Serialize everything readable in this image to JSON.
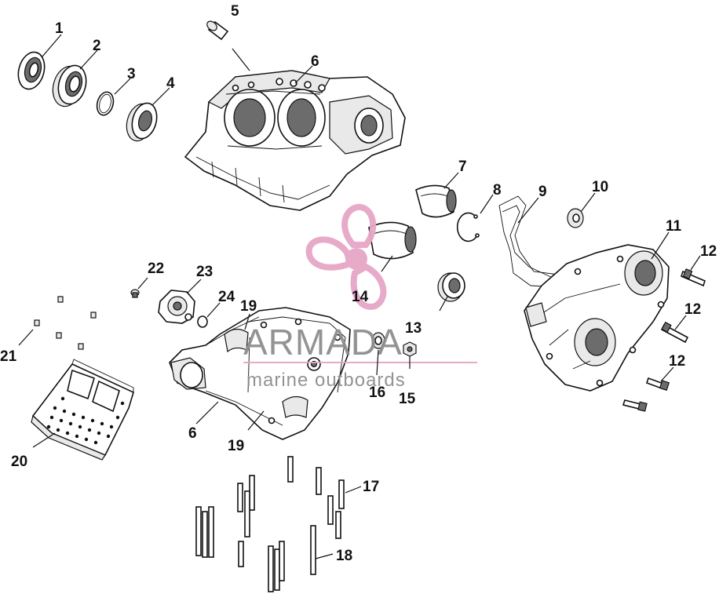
{
  "callouts": [
    {
      "id": "c1",
      "text": "1"
    },
    {
      "id": "c2",
      "text": "2"
    },
    {
      "id": "c3",
      "text": "3"
    },
    {
      "id": "c4",
      "text": "4"
    },
    {
      "id": "c5",
      "text": "5"
    },
    {
      "id": "c6a",
      "text": "6"
    },
    {
      "id": "c6b",
      "text": "6"
    },
    {
      "id": "c7",
      "text": "7"
    },
    {
      "id": "c8",
      "text": "8"
    },
    {
      "id": "c9",
      "text": "9"
    },
    {
      "id": "c10",
      "text": "10"
    },
    {
      "id": "c11",
      "text": "11"
    },
    {
      "id": "c12a",
      "text": "12"
    },
    {
      "id": "c12b",
      "text": "12"
    },
    {
      "id": "c12c",
      "text": "12"
    },
    {
      "id": "c13",
      "text": "13"
    },
    {
      "id": "c14",
      "text": "14"
    },
    {
      "id": "c15",
      "text": "15"
    },
    {
      "id": "c16",
      "text": "16"
    },
    {
      "id": "c17",
      "text": "17"
    },
    {
      "id": "c18",
      "text": "18"
    },
    {
      "id": "c19a",
      "text": "19"
    },
    {
      "id": "c19b",
      "text": "19"
    },
    {
      "id": "c20",
      "text": "20"
    },
    {
      "id": "c21",
      "text": "21"
    },
    {
      "id": "c22",
      "text": "22"
    },
    {
      "id": "c23",
      "text": "23"
    },
    {
      "id": "c24",
      "text": "24"
    }
  ],
  "watermark": {
    "brand": "ARMADA",
    "tagline": "marine outboards",
    "logo_color": "#e6a6c7",
    "text_color": "#8e8e8e"
  }
}
